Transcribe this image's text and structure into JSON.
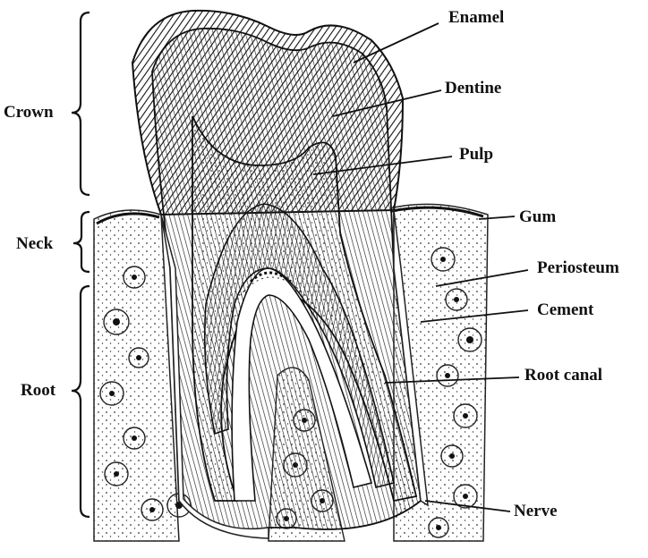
{
  "diagram": {
    "left_labels": {
      "crown": "Crown",
      "neck": "Neck",
      "root": "Root"
    },
    "right_labels": {
      "enamel": "Enamel",
      "dentine": "Dentine",
      "pulp": "Pulp",
      "gum": "Gum",
      "periosteum": "Periosteum",
      "cement": "Cement",
      "root_canal": "Root canal",
      "nerve": "Nerve"
    }
  }
}
